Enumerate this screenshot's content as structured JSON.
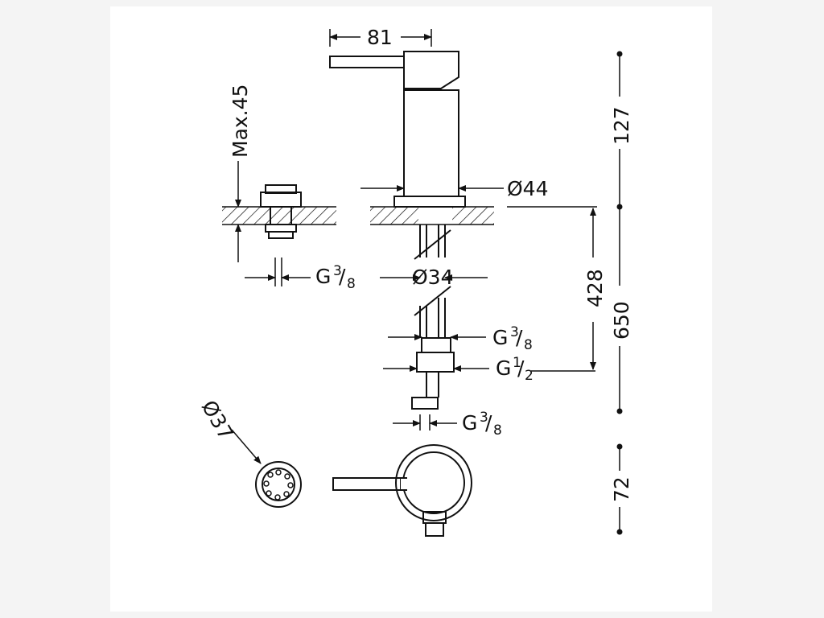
{
  "dimensions": {
    "handle_width": "81",
    "drain_max": "Max.45",
    "body_diameter": "Ø44",
    "hose_diameter": "Ø34",
    "drain_thread": "G",
    "drain_thread_num": "3",
    "drain_thread_den": "8",
    "hose_thread_top": "G",
    "hose_thread_top_num": "3",
    "hose_thread_top_den": "8",
    "hose_thread_mid": "G",
    "hose_thread_mid_num": "1",
    "hose_thread_mid_den": "2",
    "hose_thread_bottom": "G",
    "hose_thread_bottom_num": "3",
    "hose_thread_bottom_den": "8",
    "hose_length": "428",
    "overall_length": "650",
    "body_height": "127",
    "top_depth": "72",
    "drain_diameter": "Ø37"
  },
  "colors": {
    "line": "#111111",
    "background": "#ffffff",
    "page": "#f4f4f4"
  }
}
